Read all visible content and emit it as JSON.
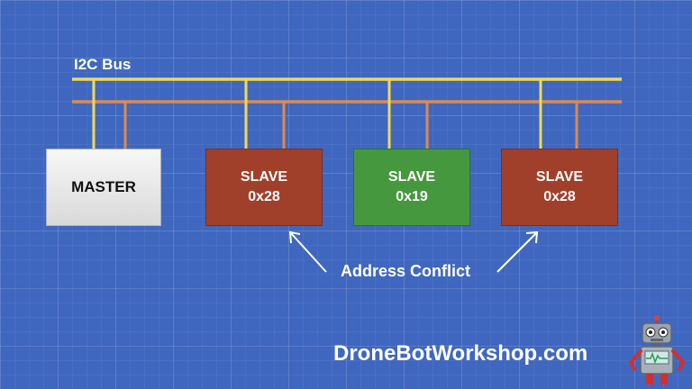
{
  "bus": {
    "label": "I2C Bus",
    "sda_color": "#f0d955",
    "scl_color": "#e0894a"
  },
  "devices": {
    "master": {
      "label": "MASTER"
    },
    "slave1": {
      "label": "SLAVE",
      "address": "0x28",
      "color": "#a0402a"
    },
    "slave2": {
      "label": "SLAVE",
      "address": "0x19",
      "color": "#45983e"
    },
    "slave3": {
      "label": "SLAVE",
      "address": "0x28",
      "color": "#a0402a"
    }
  },
  "annotation": {
    "text": "Address Conflict"
  },
  "branding": {
    "site": "DroneBotWorkshop.com",
    "mascot_icon": "robot-icon"
  }
}
